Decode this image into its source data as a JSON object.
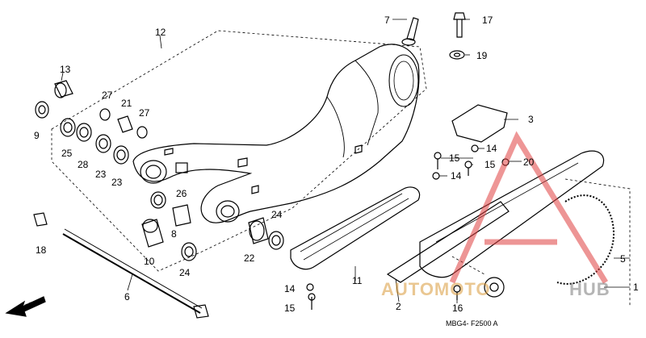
{
  "diagram": {
    "code": "MBG4- F2500 A",
    "direction_label": "FR.",
    "watermark": {
      "text_a": "AUTOMOTO",
      "text_b": "HUB",
      "color_text": "#d99a3a",
      "color_logo": "#e04040"
    },
    "callouts": [
      {
        "id": "c1",
        "text": "1"
      },
      {
        "id": "c2",
        "text": "2"
      },
      {
        "id": "c3",
        "text": "3"
      },
      {
        "id": "c5",
        "text": "5"
      },
      {
        "id": "c6",
        "text": "6"
      },
      {
        "id": "c7",
        "text": "7"
      },
      {
        "id": "c8",
        "text": "8"
      },
      {
        "id": "c9",
        "text": "9"
      },
      {
        "id": "c10",
        "text": "10"
      },
      {
        "id": "c11",
        "text": "11"
      },
      {
        "id": "c12",
        "text": "12"
      },
      {
        "id": "c13",
        "text": "13"
      },
      {
        "id": "c14a",
        "text": "14"
      },
      {
        "id": "c14b",
        "text": "14"
      },
      {
        "id": "c14c",
        "text": "14"
      },
      {
        "id": "c15a",
        "text": "15"
      },
      {
        "id": "c15b",
        "text": "15"
      },
      {
        "id": "c15c",
        "text": "15"
      },
      {
        "id": "c16",
        "text": "16"
      },
      {
        "id": "c17",
        "text": "17"
      },
      {
        "id": "c18",
        "text": "18"
      },
      {
        "id": "c19",
        "text": "19"
      },
      {
        "id": "c20",
        "text": "20"
      },
      {
        "id": "c21",
        "text": "21"
      },
      {
        "id": "c22",
        "text": "22"
      },
      {
        "id": "c23a",
        "text": "23"
      },
      {
        "id": "c23b",
        "text": "23"
      },
      {
        "id": "c24a",
        "text": "24"
      },
      {
        "id": "c24b",
        "text": "24"
      },
      {
        "id": "c25",
        "text": "25"
      },
      {
        "id": "c26",
        "text": "26"
      },
      {
        "id": "c27a",
        "text": "27"
      },
      {
        "id": "c27b",
        "text": "27"
      },
      {
        "id": "c28",
        "text": "28"
      }
    ]
  }
}
